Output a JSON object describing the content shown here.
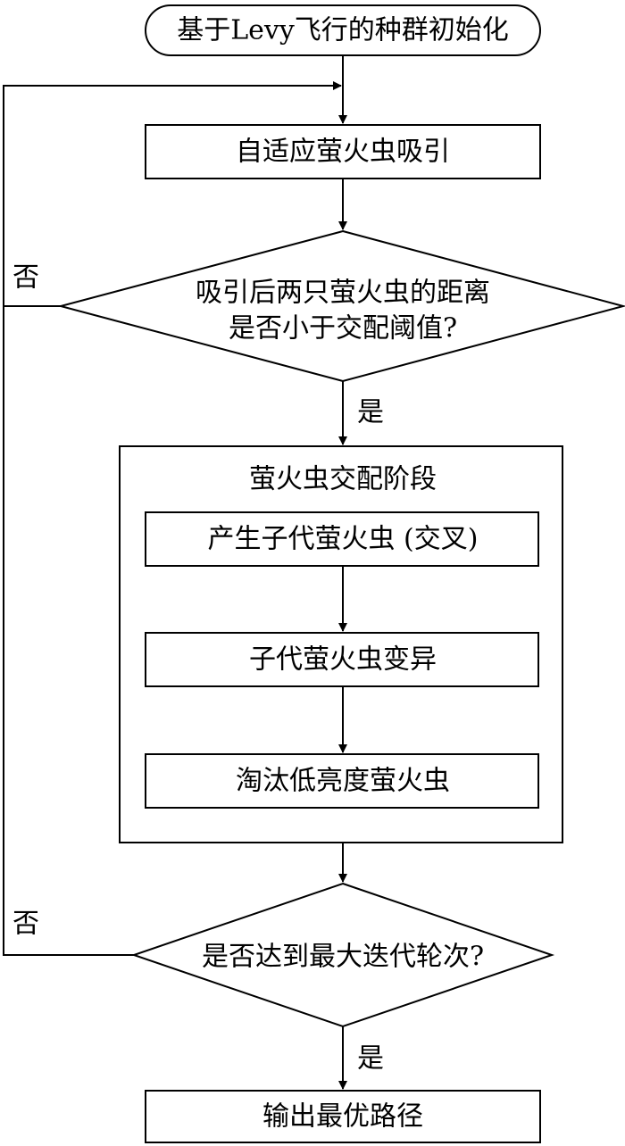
{
  "start": "基于Levy飞行的种群初始化",
  "attraction": "自适应萤火虫吸引",
  "decision1": {
    "line1": "吸引后两只萤火虫的距离",
    "line2": "是否小于交配阈值?",
    "yes": "是",
    "no": "否"
  },
  "mating_stage": {
    "title": "萤火虫交配阶段",
    "steps": [
      "产生子代萤火虫 (交叉)",
      "子代萤火虫变异",
      "淘汰低亮度萤火虫"
    ]
  },
  "decision2": {
    "text": "是否达到最大迭代轮次?",
    "yes": "是",
    "no": "否"
  },
  "output": "输出最优路径"
}
